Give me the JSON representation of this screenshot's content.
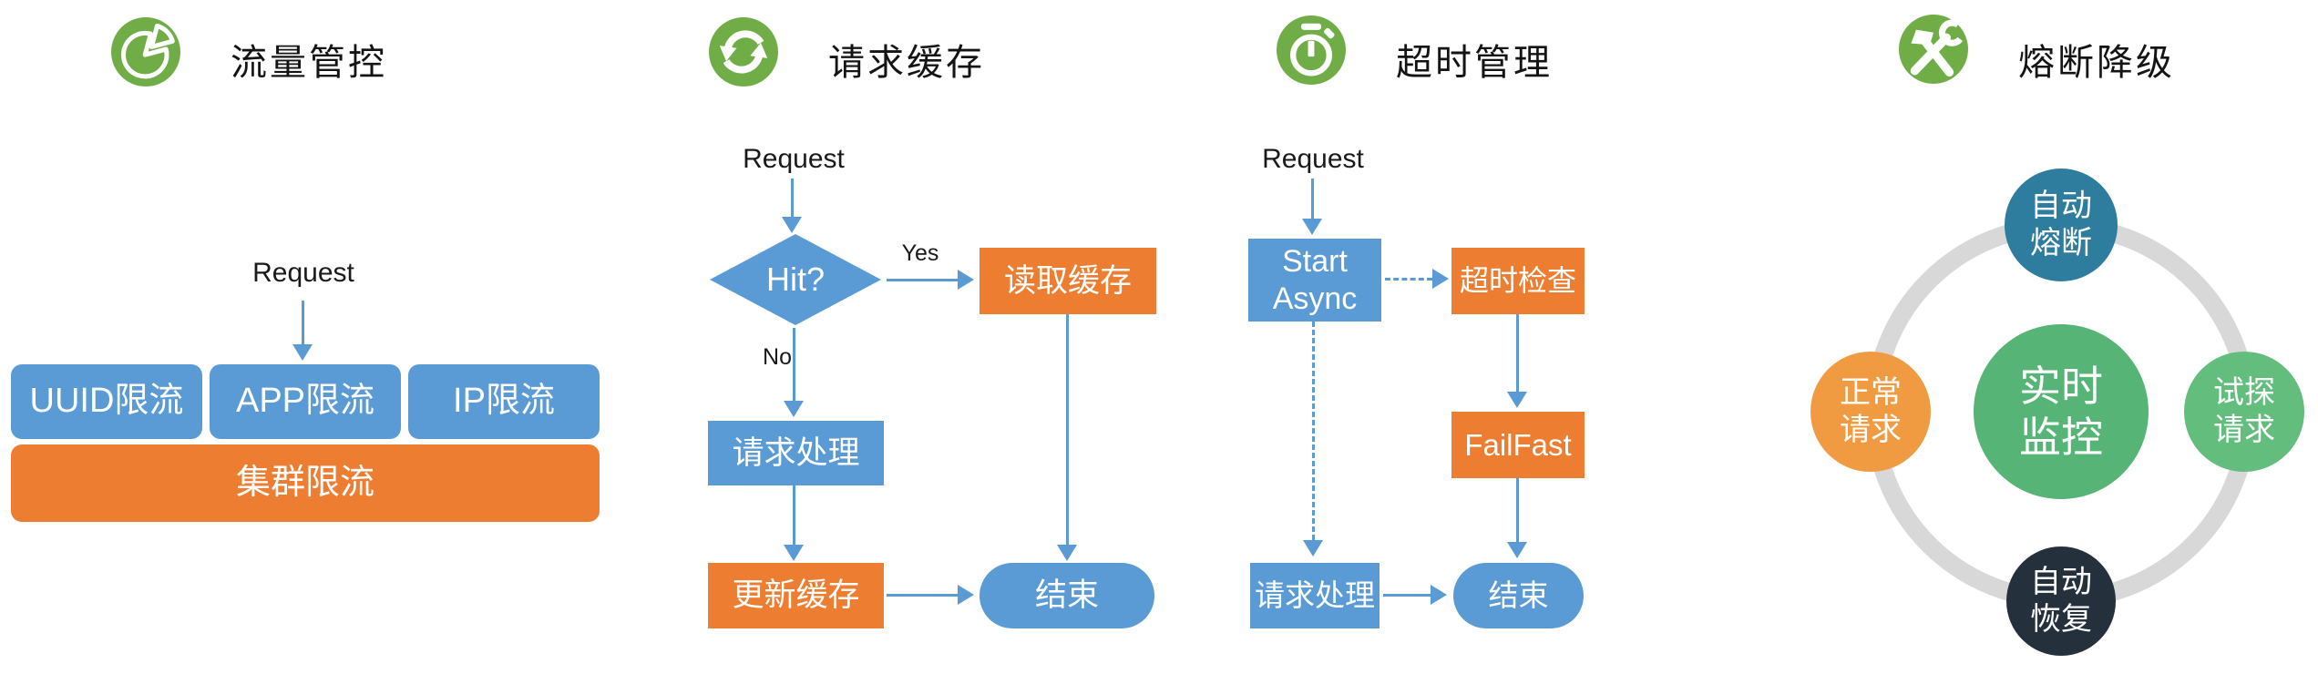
{
  "colors": {
    "box_blue": "#5B9BD5",
    "box_orange": "#ED7D31",
    "arrow_blue": "#5B9BD5",
    "icon_green": "#70AD47",
    "ring_gray": "#D8D8D8",
    "circle_teal": "#2E7C9E",
    "circle_orange": "#F09B41",
    "circle_green": "#55B476",
    "circle_green_light": "#63BD7D",
    "circle_dark": "#25303D"
  },
  "traffic_control": {
    "title": "流量管控",
    "icon": "pie-chart-icon",
    "request_label": "Request",
    "limit_boxes": [
      "UUID限流",
      "APP限流",
      "IP限流"
    ],
    "cluster_box": "集群限流"
  },
  "request_cache": {
    "title": "请求缓存",
    "icon": "sync-icon",
    "request_label": "Request",
    "decision": "Hit?",
    "yes_label": "Yes",
    "no_label": "No",
    "read_cache": "读取缓存",
    "process": "请求处理",
    "update_cache": "更新缓存",
    "end": "结束"
  },
  "timeout_management": {
    "title": "超时管理",
    "icon": "stopwatch-icon",
    "request_label": "Request",
    "start_async": "Start\nAsync",
    "timeout_check": "超时检查",
    "fail_fast": "FailFast",
    "process": "请求处理",
    "end": "结束"
  },
  "circuit_breaker": {
    "title": "熔断降级",
    "icon": "hammer-wrench-icon",
    "top_circle": "自动\n熔断",
    "left_circle": "正常\n请求",
    "center_circle": "实时\n监控",
    "right_circle": "试探\n请求",
    "bottom_circle": "自动\n恢复"
  }
}
